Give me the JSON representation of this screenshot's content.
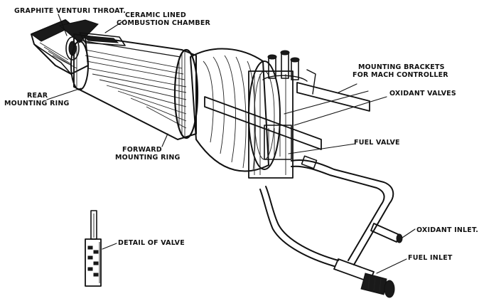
{
  "labels": {
    "graphite_venturi_throat": "GRAPHITE VENTURI THROAT.",
    "ceramic_lined_line1": "CERAMIC LINED",
    "ceramic_lined_line2": "COMBUSTION CHAMBER",
    "rear_mounting_ring_line1": "REAR",
    "rear_mounting_ring_line2": "MOUNTING RING",
    "forward_mounting_ring_line1": "FORWARD",
    "forward_mounting_ring_line2": "MOUNTING RING",
    "mounting_brackets_line1": "MOUNTING BRACKETS",
    "mounting_brackets_line2": "FOR MACH CONTROLLER",
    "oxidant_valves": "OXIDANT VALVES",
    "fuel_valve": "FUEL VALVE",
    "oxidant_inlet": "OXIDANT INLET.",
    "fuel_inlet": "FUEL INLET",
    "detail_of_valve": "DETAIL OF VALVE"
  },
  "colors": {
    "ink": "#111111",
    "paper": "#ffffff"
  }
}
